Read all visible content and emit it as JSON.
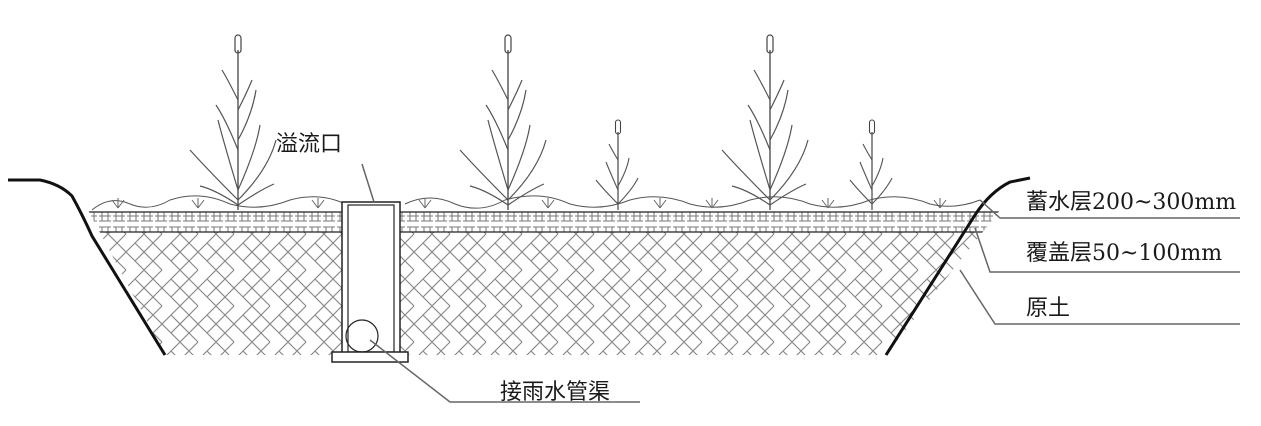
{
  "labels": {
    "overflow": "溢流口",
    "storage_layer": "蓄水层200~300mm",
    "cover_layer": "覆盖层50~100mm",
    "native_soil": "原土",
    "drain_pipe": "接雨水管渠"
  },
  "colors": {
    "line": "#222222",
    "leader": "#666666",
    "soil_pattern": "#8a8a8a",
    "background": "#ffffff"
  },
  "plants": [
    {
      "type": "tall"
    },
    {
      "type": "tall"
    },
    {
      "type": "small"
    },
    {
      "type": "tall"
    },
    {
      "type": "small"
    }
  ]
}
